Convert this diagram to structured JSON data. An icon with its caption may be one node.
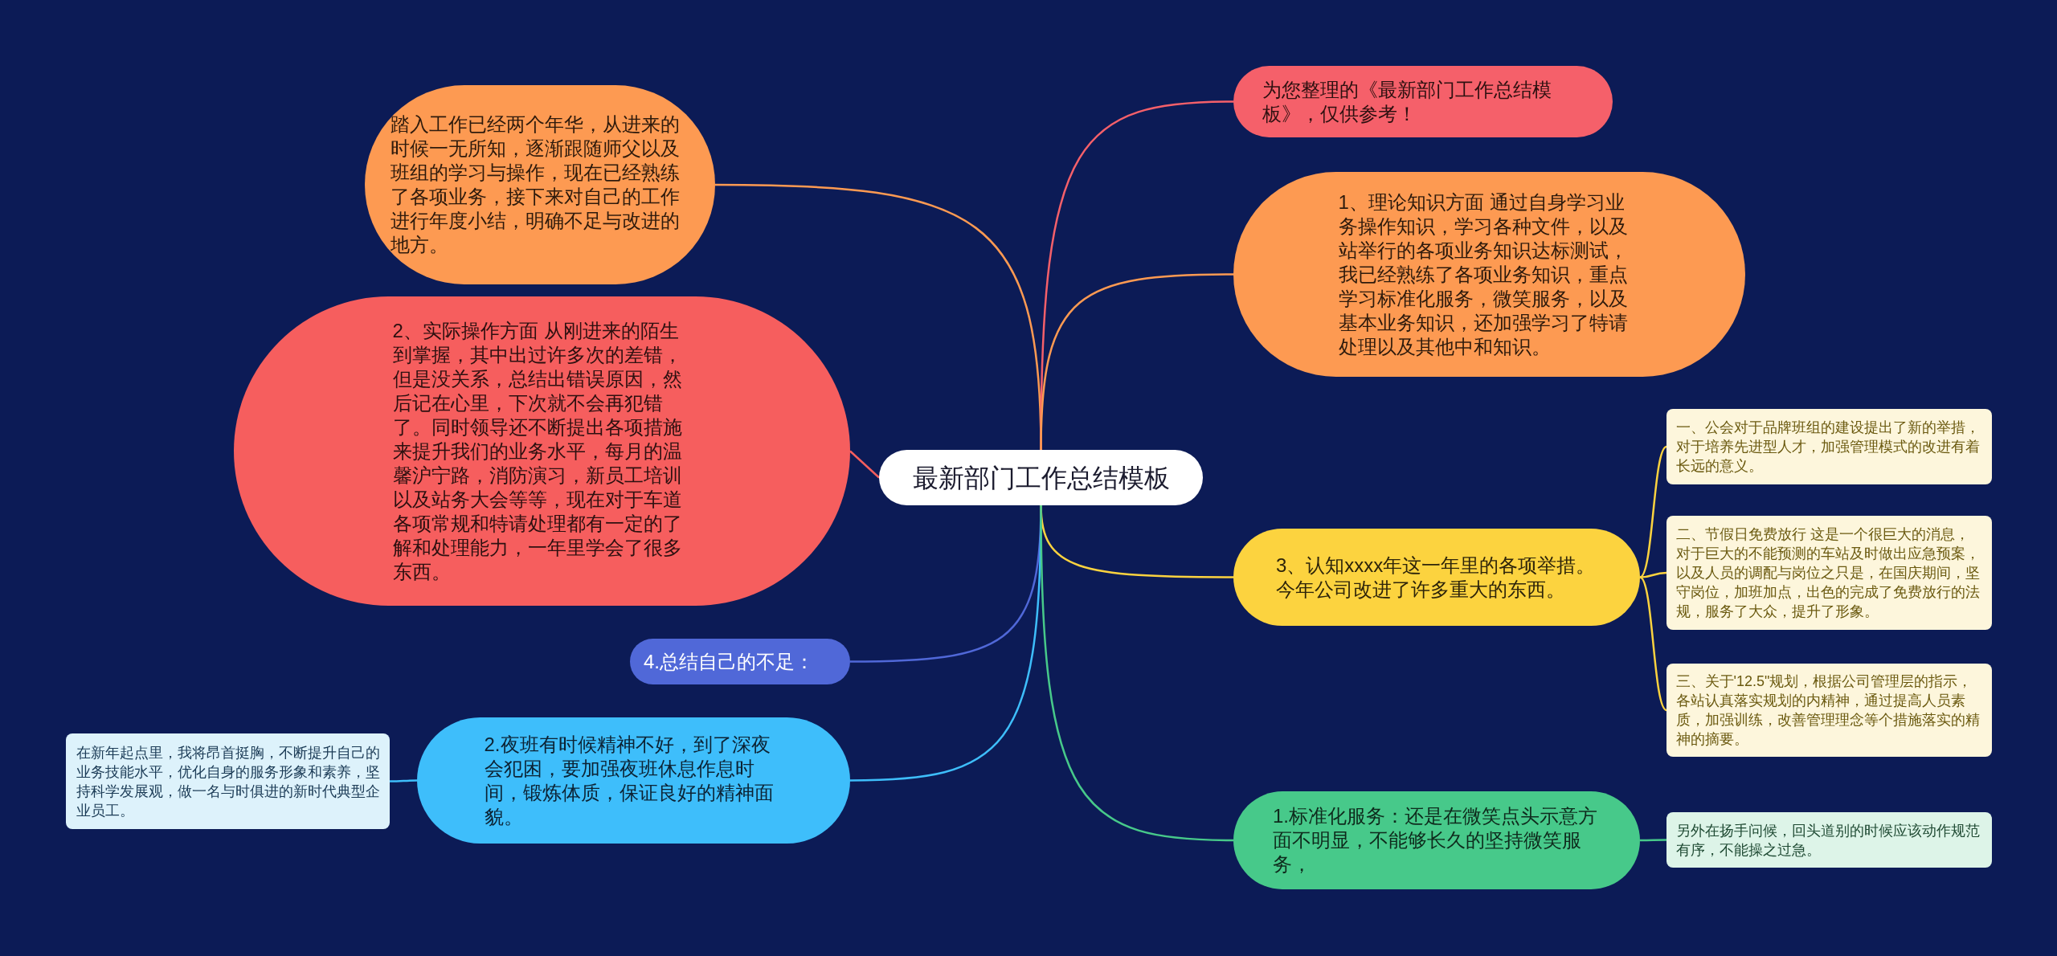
{
  "diagram": {
    "nodes": [
      {
        "text": [
          "最新部门工作总结模板"
        ]
      },
      {
        "text": [
          "踏入工作已经两个年华，从进来的时候一无所知，逐渐跟随师父以及班组的学习与操作，现在已经熟练了各项业务，接下来对自己的工作进行年度小结，明确不足与改进的地方。"
        ]
      },
      {
        "text": [
          "2、实际操作方面 从刚进来的陌生到掌握，其中出过许多次的差错，但是没关系，总结出错误原因，然后记在心里，下次就不会再犯错了。同时领导还不断提出各项措施来提升我们的业务水平，每月的温馨沪宁路，消防演习，新员工培训以及站务大会等等，现在对于车道各项常规和特请处理都有一定的了解和处理能力，一年里学会了很多东西。"
        ]
      },
      {
        "text": [
          "4.总结自己的不足："
        ]
      },
      {
        "text": [
          "2.夜班有时候精神不好，到了深夜会犯困，要加强夜班休息作息时间，锻炼体质，保证良好的精神面貌。"
        ]
      },
      {
        "text": [
          "在新年起点里，我将昂首挺胸，不断提升自己的业务技能水平，优化自身的服务形象和素养，坚持科学发展观，做一名与时俱进的新时代典型企业员工。"
        ]
      },
      {
        "text": [
          "为您整理的《最新部门工作总结模板》，仅供参考！"
        ]
      },
      {
        "text": [
          "1、理论知识方面 通过自身学习业务操作知识，学习各种文件，以及站举行的各项业务知识达标测试，我已经熟练了各项业务知识，重点学习标准化服务，微笑服务，以及基本业务知识，还加强学习了特请处理以及其他中和知识。"
        ]
      },
      {
        "text": [
          "3、认知xxxx年这一年里的各项举措。今年公司改进了许多重大的东西。"
        ]
      },
      {
        "text": [
          "一、公会对于品牌班组的建设提出了新的举措，对于培养先进型人才，加强管理模式的改进有着长远的意义。"
        ]
      },
      {
        "text": [
          "二、节假日免费放行 这是一个很巨大的消息，对于巨大的不能预测的车站及时做出应急预案，以及人员的调配与岗位之只是，在国庆期间，坚守岗位，加班加点，出色的完成了免费放行的法规，服务了大众，提升了形象。"
        ]
      },
      {
        "text": [
          "三、关于'12.5\"规划，根据公司管理层的指示，各站认真落实规划的内精神，通过提高人员素质，加强训练，改善管理理念等个措施落实的精神的摘要。"
        ]
      },
      {
        "text": [
          "1.标准化服务：还是在微笑点头示意方面不明显，不能够长久的坚持微笑服务，"
        ]
      },
      {
        "text": [
          "另外在扬手问候，回头道别的时候应该动作规范有序，不能操之过急。"
        ]
      }
    ],
    "edges": [
      {
        "from": 0,
        "to": 1,
        "arrow": "none",
        "color": "#fd9a52"
      },
      {
        "from": 0,
        "to": 2,
        "arrow": "none",
        "color": "#f65e5e"
      },
      {
        "from": 0,
        "to": 3,
        "arrow": "none",
        "color": "#5068d8"
      },
      {
        "from": 0,
        "to": 4,
        "arrow": "none",
        "color": "#3ebefb"
      },
      {
        "from": 4,
        "to": 5,
        "arrow": "none",
        "color": "#3ebefb"
      },
      {
        "from": 0,
        "to": 6,
        "arrow": "none",
        "color": "#f5606a"
      },
      {
        "from": 0,
        "to": 7,
        "arrow": "none",
        "color": "#fd9a52"
      },
      {
        "from": 0,
        "to": 8,
        "arrow": "none",
        "color": "#fcd33f"
      },
      {
        "from": 8,
        "to": 9,
        "arrow": "none",
        "color": "#fcd33f"
      },
      {
        "from": 8,
        "to": 10,
        "arrow": "none",
        "color": "#fcd33f"
      },
      {
        "from": 8,
        "to": 11,
        "arrow": "none",
        "color": "#fcd33f"
      },
      {
        "from": 0,
        "to": 12,
        "arrow": "none",
        "color": "#47c98a"
      },
      {
        "from": 12,
        "to": 13,
        "arrow": "none",
        "color": "#47c98a"
      }
    ]
  }
}
